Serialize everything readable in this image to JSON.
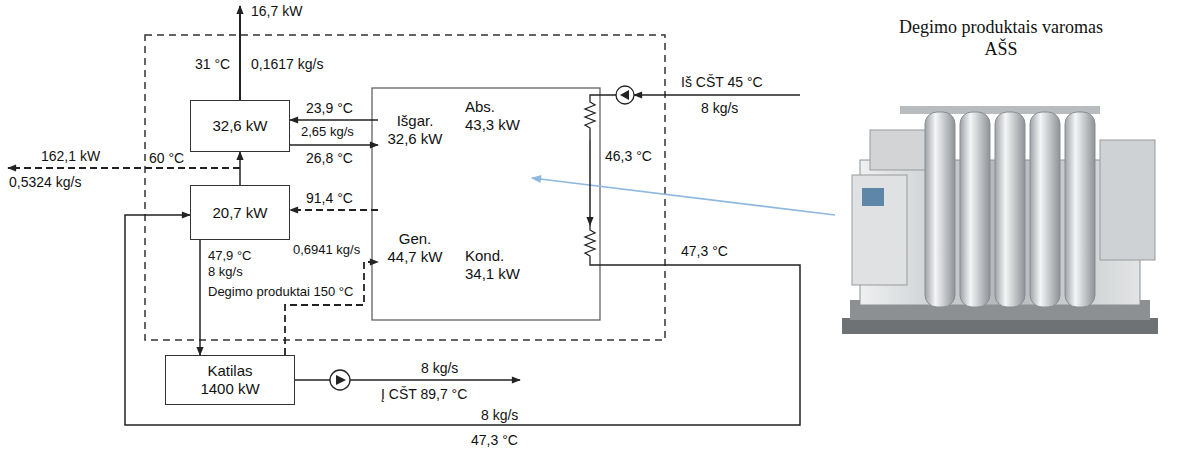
{
  "diagram": {
    "nodes": [
      {
        "text": [
          "32,6 kW"
        ]
      },
      {
        "text": [
          "Išgar.",
          "32,6 kW"
        ]
      },
      {
        "text": [
          "Abs.",
          "43,3 kW"
        ]
      },
      {
        "text": [
          "20,7 kW"
        ]
      },
      {
        "text": [
          "Gen.",
          "44,7 kW"
        ]
      },
      {
        "text": [
          "Kond.",
          "34,1 kW"
        ]
      },
      {
        "text": [
          "Katilas",
          "1400 kW"
        ]
      }
    ],
    "edges": [
      {
        "from": 1,
        "to": 0,
        "label": "23,9 °C",
        "arrow": "to"
      },
      {
        "from": 0,
        "to": 1,
        "label": "26,8 °C",
        "arrow": "to"
      },
      {
        "from": 3,
        "to": 0,
        "arrow": "to"
      },
      {
        "from": 2,
        "to": 5,
        "label": "46,3 °C",
        "arrow": "to"
      },
      {
        "from": 4,
        "to": 3,
        "label": "91,4 °C",
        "arrow": "to"
      },
      {
        "from": 6,
        "to": 4,
        "label": "0,6941 kg/s",
        "arrow": "to"
      },
      {
        "from": 5,
        "to": 3,
        "label": "47,3 °C",
        "arrow": "to"
      },
      {
        "from": 3,
        "to": 6,
        "label": "47,9 °C",
        "arrow": "to"
      }
    ],
    "labels": [
      "16,7 kW",
      "31 °C",
      "0,1617 kg/s",
      "Degimo produktais varomas AŠS",
      "Iš CŠT 45 °C",
      "8 kg/s",
      "162,1 kW",
      "60 °C",
      "0,5324 kg/s",
      "2,65 kg/s",
      "47,3 °C",
      "8 kg/s",
      "Degimo produktai 150 °C",
      "8 kg/s",
      "Į CŠT 89,7 °C",
      "8 kg/s"
    ]
  }
}
